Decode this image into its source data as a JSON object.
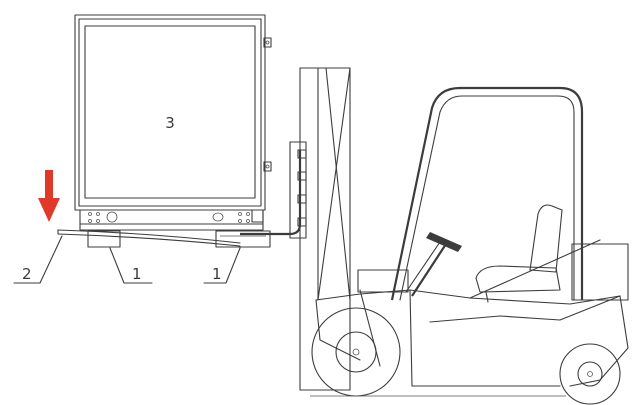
{
  "labels": {
    "cabinet": "3",
    "pad_label": "2",
    "support_left": "1",
    "support_right": "1"
  },
  "colors": {
    "line": "#3c3c3c",
    "arrow": "#e0392a"
  },
  "icons": {
    "indicator": "down-arrow-icon"
  }
}
